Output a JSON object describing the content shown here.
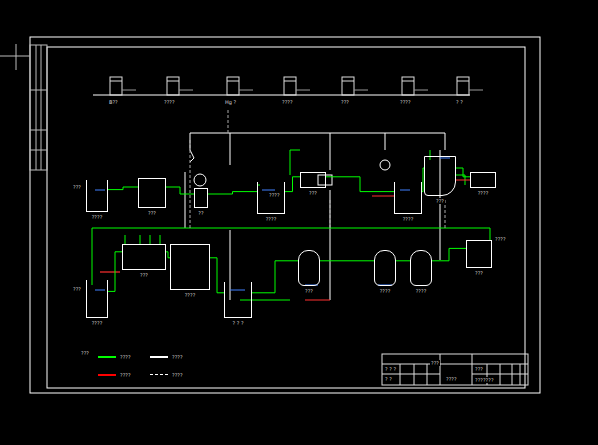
{
  "diagram": {
    "nodes": [
      {
        "text": [
          "????"
        ]
      },
      {
        "text": [
          "???"
        ]
      },
      {
        "text": [
          "??"
        ]
      },
      {
        "text": [
          "????"
        ]
      },
      {
        "text": [
          "???"
        ]
      },
      {
        "text": [
          "????"
        ]
      },
      {
        "text": [
          "???"
        ]
      },
      {
        "text": [
          "????"
        ]
      },
      {
        "text": [
          "????"
        ]
      },
      {
        "text": [
          "???"
        ]
      },
      {
        "text": [
          "????"
        ]
      },
      {
        "text": [
          "? ? ?"
        ]
      },
      {
        "text": [
          "???"
        ]
      },
      {
        "text": [
          "????"
        ]
      },
      {
        "text": [
          "????"
        ]
      },
      {
        "text": [
          "???"
        ]
      }
    ],
    "edges": [
      {
        "from": 0,
        "to": 1,
        "arrow": "none"
      },
      {
        "from": 1,
        "to": 2,
        "arrow": "none"
      },
      {
        "from": 2,
        "to": 3,
        "arrow": "none"
      },
      {
        "from": 3,
        "to": 4,
        "arrow": "none"
      },
      {
        "from": 4,
        "to": 5,
        "arrow": "none"
      },
      {
        "from": 5,
        "to": 6,
        "arrow": "none"
      },
      {
        "from": 6,
        "to": 7,
        "arrow": "none"
      },
      {
        "from": 8,
        "to": 9,
        "arrow": "none"
      },
      {
        "from": 9,
        "to": 10,
        "arrow": "none"
      },
      {
        "from": 10,
        "to": 11,
        "arrow": "none"
      },
      {
        "from": 11,
        "to": 12,
        "arrow": "none"
      },
      {
        "from": 12,
        "to": 13,
        "arrow": "none"
      },
      {
        "from": 13,
        "to": 14,
        "arrow": "none"
      },
      {
        "from": 14,
        "to": 15,
        "arrow": "none"
      }
    ],
    "labels": [
      "B??",
      "????",
      "Hg ?",
      "????",
      "???",
      "????",
      "? ?",
      "???",
      "???",
      "????",
      "????",
      "???",
      "????",
      "? ? ?",
      "? ?",
      "???",
      "???????",
      "???"
    ],
    "legend": [
      {
        "text": "????",
        "color": "#00ff00"
      },
      {
        "text": "????",
        "color": "#ffffff"
      },
      {
        "text": "????",
        "color": "#ff0000"
      },
      {
        "text": "????"
      }
    ]
  }
}
